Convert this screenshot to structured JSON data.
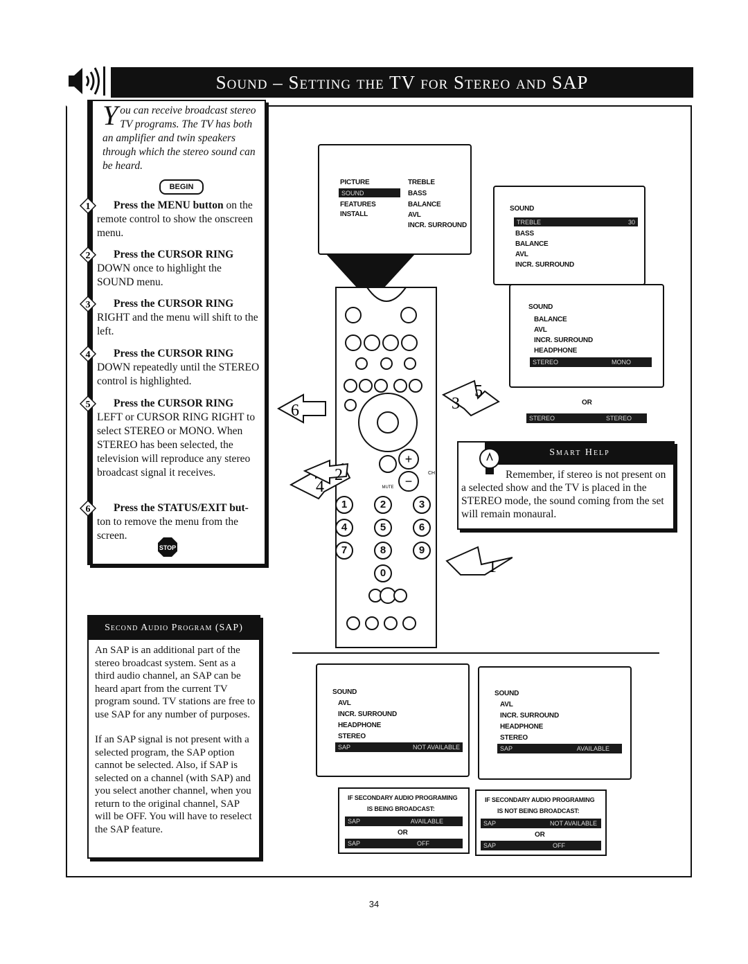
{
  "header": {
    "title": "Sound – Setting the TV for Stereo and SAP"
  },
  "intro": {
    "drop_cap": "Y",
    "text": "ou can receive broadcast stereo TV programs. The TV has both an amplifier and twin speakers through which the stereo sound can be heard."
  },
  "begin_label": "BEGIN",
  "steps": [
    {
      "num": "1",
      "head": "Press the MENU button",
      "body": " on the remote control to show the onscreen menu."
    },
    {
      "num": "2",
      "head": "Press the CURSOR RING",
      "body": " DOWN once to highlight the SOUND menu."
    },
    {
      "num": "3",
      "head": "Press the CURSOR RING",
      "body": " RIGHT and the menu will shift to the left."
    },
    {
      "num": "4",
      "head": "Press the CURSOR RING",
      "body": " DOWN repeatedly until the STEREO control is highlighted."
    },
    {
      "num": "5",
      "head": "Press the CURSOR RING",
      "body": " LEFT or CURSOR RING RIGHT to select STEREO or MONO. When STEREO has been selected, the television will reproduce any stereo broadcast signal it receives."
    },
    {
      "num": "6",
      "head": "Press the STATUS/EXIT but-",
      "body": " ton to remove the menu from the screen."
    }
  ],
  "stop_label": "STOP",
  "sap": {
    "heading": "Second Audio Program (SAP)",
    "para1": "An SAP is an additional part of the stereo broadcast system. Sent as a third audio channel, an SAP can be heard apart from the current TV program sound. TV stations are free to use SAP for any number of purposes.",
    "para2": "If an SAP signal is not present with a selected program, the SAP option cannot be selected. Also, if SAP is selected on a channel (with SAP) and you select another channel, when you return to the original channel, SAP will be OFF. You will have to reselect the SAP feature."
  },
  "smart_help": {
    "heading": "Smart Help",
    "text": "Remember, if stereo is not present on a selected show and the TV is placed in the STEREO mode, the sound coming from the set will remain monaural."
  },
  "menu_main": {
    "left": [
      "PICTURE",
      "SOUND",
      "FEATURES",
      "INSTALL"
    ],
    "right": [
      "TREBLE",
      "BASS",
      "BALANCE",
      "AVL",
      "INCR. SURROUND"
    ]
  },
  "menu_sound1": {
    "title": "SOUND",
    "highlight": "TREBLE",
    "highlight_value": "30",
    "items": [
      "BASS",
      "BALANCE",
      "AVL",
      "INCR. SURROUND"
    ]
  },
  "menu_sound2": {
    "title": "SOUND",
    "items": [
      "BALANCE",
      "AVL",
      "INCR. SURROUND",
      "HEADPHONE"
    ],
    "highlight": "STEREO",
    "highlight_value": "MONO",
    "or": "OR",
    "alt_highlight": "STEREO",
    "alt_value": "STEREO"
  },
  "menu_sap1": {
    "title": "SOUND",
    "items": [
      "AVL",
      "INCR. SURROUND",
      "HEADPHONE",
      "STEREO"
    ],
    "highlight": "SAP",
    "highlight_value": "NOT AVAILABLE"
  },
  "menu_sap2": {
    "title": "SOUND",
    "items": [
      "AVL",
      "INCR. SURROUND",
      "HEADPHONE",
      "STEREO"
    ],
    "highlight": "SAP",
    "highlight_value": "AVAILABLE"
  },
  "note1": {
    "line1": "IF SECONDARY AUDIO PROGRAMING",
    "line2": "IS BEING BROADCAST:",
    "bar1_label": "SAP",
    "bar1_value": "AVAILABLE",
    "or": "OR",
    "bar2_label": "SAP",
    "bar2_value": "OFF"
  },
  "note2": {
    "line1": "IF SECONDARY AUDIO PROGRAMING",
    "line2": "IS NOT BEING BROADCAST:",
    "bar1_label": "SAP",
    "bar1_value": "NOT AVAILABLE",
    "or": "OR",
    "bar2_label": "SAP",
    "bar2_value": "OFF"
  },
  "callouts": [
    "1",
    "2",
    "3",
    "4",
    "5",
    "6"
  ],
  "remote": {
    "digits": [
      "1",
      "2",
      "3",
      "4",
      "5",
      "6",
      "7",
      "8",
      "9",
      "0"
    ],
    "plus": "+",
    "minus": "−",
    "ch_label": "CH",
    "mute_label": "MUTE"
  },
  "page_number": "34"
}
